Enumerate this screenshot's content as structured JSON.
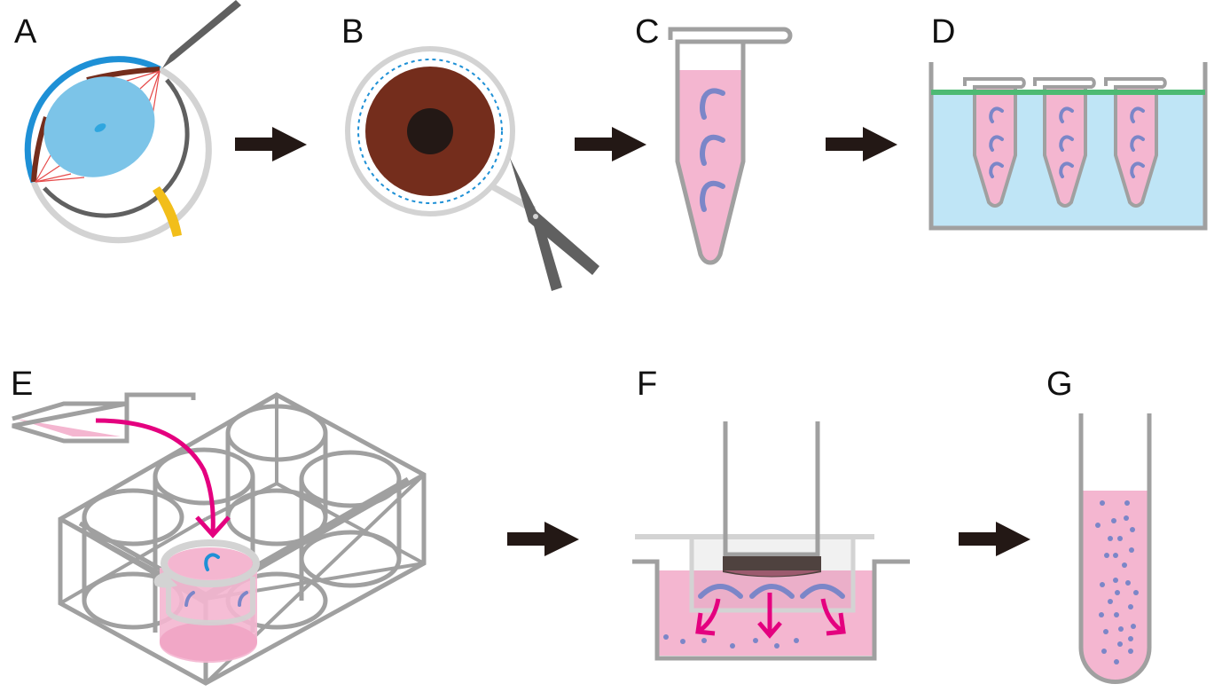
{
  "figure": {
    "type": "workflow-schematic",
    "panels": [
      {
        "label": "A",
        "depicts": "eye with surgical blade incision at limbus"
      },
      {
        "label": "B",
        "depicts": "isolated iris/eye cup being trimmed with scissors"
      },
      {
        "label": "C",
        "depicts": "tissue pieces in microcentrifuge tube with medium"
      },
      {
        "label": "D",
        "depicts": "three tubes incubated in water bath"
      },
      {
        "label": "E",
        "depicts": "transfer to cell culture insert in 6-well plate"
      },
      {
        "label": "F",
        "depicts": "tissue on insert releasing particles into well"
      },
      {
        "label": "G",
        "depicts": "collected medium with particles in tube"
      }
    ],
    "flow": [
      [
        "A",
        "B"
      ],
      [
        "B",
        "C"
      ],
      [
        "C",
        "D"
      ],
      [
        "E",
        "F"
      ],
      [
        "F",
        "G"
      ]
    ],
    "colors": {
      "gray": "#a0a0a0",
      "light_gray": "#d3d3d3",
      "dark_gray": "#606060",
      "pink": "#f4b6d0",
      "magenta": "#e4007f",
      "purple": "#7b86c8",
      "blue": "#1e90d6",
      "light_blue": "#bfe5f6",
      "lens_blue": "#7cc4e8",
      "brown": "#742d1c",
      "dark_brown": "#231815",
      "green": "#4dba73",
      "yellow": "#f2be1a",
      "red": "#e64a4a",
      "arrow": "#231815"
    }
  }
}
